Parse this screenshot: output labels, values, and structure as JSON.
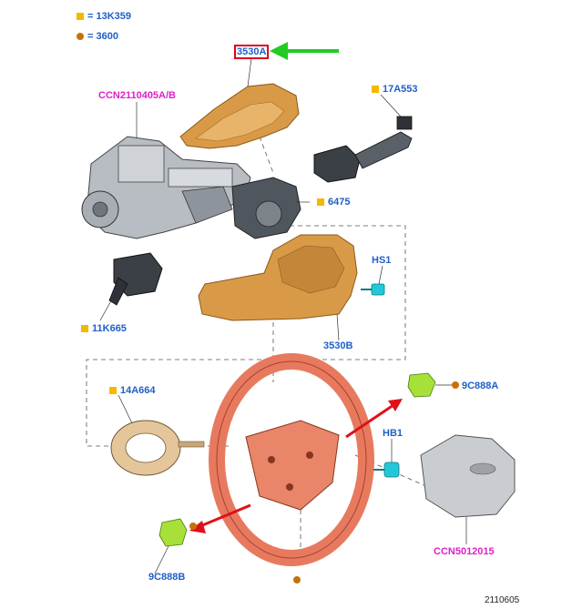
{
  "legend": {
    "square_code": "13K359",
    "dot_code": "3600",
    "eq": "="
  },
  "callouts": {
    "p3530A": "3530A",
    "ccn2110405": "CCN2110405A/B",
    "p17A553": "17A553",
    "p6475": "6475",
    "hs1": "HS1",
    "p11K665": "11K665",
    "p3530B": "3530B",
    "p14A664": "14A664",
    "p9C888A": "9C888A",
    "hb1": "HB1",
    "ccn5012015": "CCN5012015",
    "p9C888B": "9C888B",
    "figure_id": "2110605"
  },
  "colors": {
    "legend_square": "#f5b800",
    "legend_dot": "#c8700a",
    "label_blue": "#1f5fc8",
    "label_magenta": "#e020c8",
    "highlight_box": "#e0001a",
    "arrow_green": "#22cc22",
    "arrow_red": "#e0101a",
    "shroud_tan": "#d99a48",
    "wheel_red": "#e77a5e",
    "clip_green": "#a8e03a",
    "bolt_cyan": "#22c8d8",
    "airbag_grey": "#c9ccd0",
    "mech_grey": "#9aa0a8"
  }
}
